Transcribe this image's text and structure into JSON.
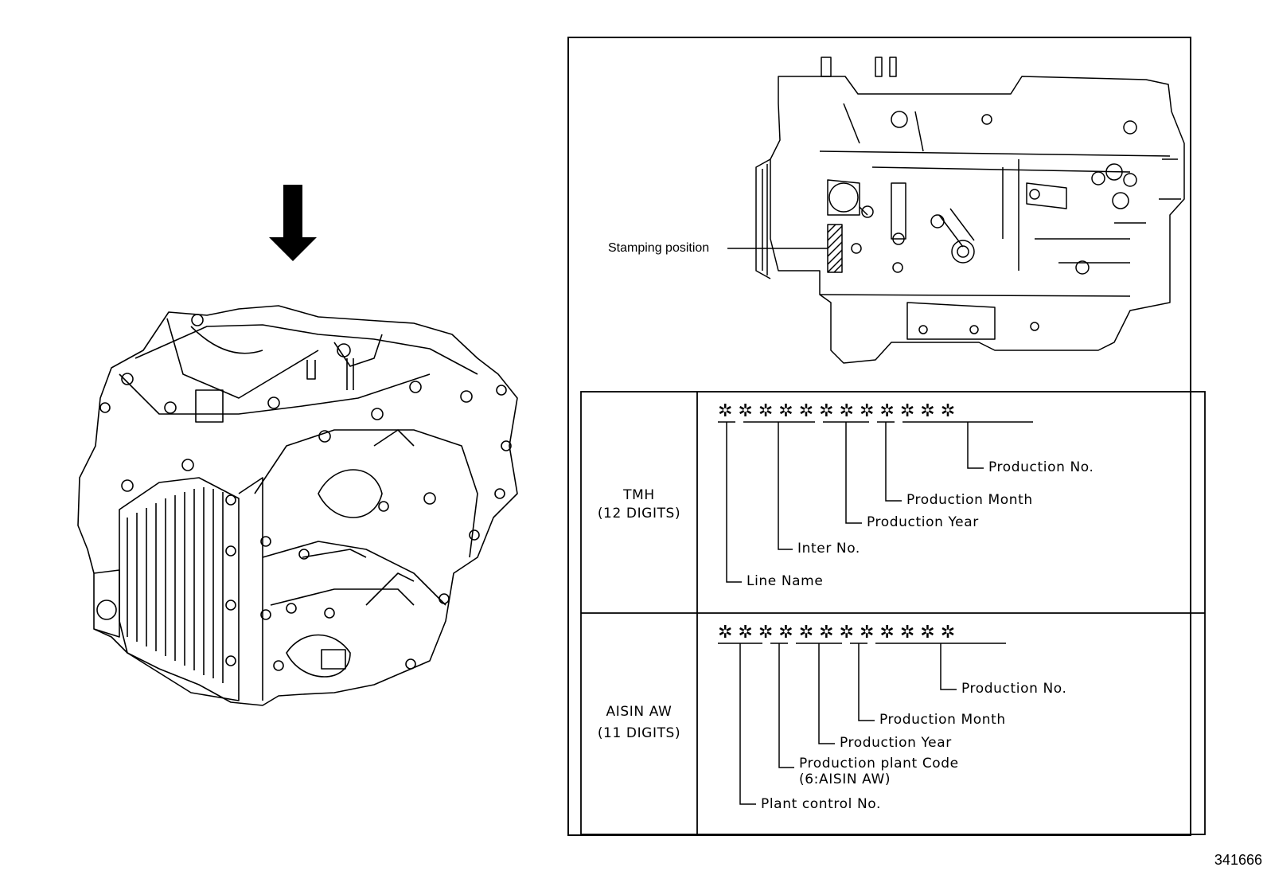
{
  "stamping_label": "Stamping position",
  "figure_number": "341666",
  "tmh": {
    "maker": "TMH",
    "digits": "(12 DIGITS)",
    "code": "✲ ✲ ✲ ✲ ✲ ✲ ✲ ✲ ✲ ✲ ✲ ✲",
    "fields": {
      "production_no": "Production No.",
      "production_month": "Production Month",
      "production_year": "Production Year",
      "inter_no": "Inter No.",
      "line_name": "Line Name"
    }
  },
  "aisin": {
    "maker": "AISIN AW",
    "digits": "(11 DIGITS)",
    "code": "✲ ✲ ✲ ✲ ✲ ✲ ✲ ✲ ✲ ✲ ✲ ✲",
    "fields": {
      "production_no": "Production No.",
      "production_month": "Production Month",
      "production_year": "Production Year",
      "plant_code": "Production plant Code",
      "plant_code_note": "(6:AISIN AW)",
      "plant_control_no": "Plant control No."
    }
  }
}
